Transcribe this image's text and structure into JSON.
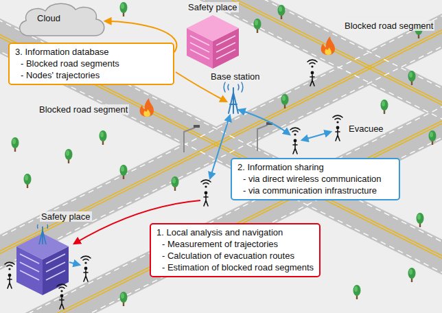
{
  "diagram": {
    "nodes": [
      {
        "text": [
          "Cloud"
        ]
      },
      {
        "text": [
          "3. Information database",
          "- Blocked road segments",
          "- Nodes' trajectories"
        ]
      },
      {
        "text": [
          "2. Information sharing",
          "- via direct wireless communication",
          "- via communication infrastructure"
        ]
      },
      {
        "text": [
          "1. Local analysis and navigation",
          "- Measurement of trajectories",
          "- Calculation of evacuation routes",
          "- Estimation of blocked road segments"
        ]
      }
    ],
    "edges": [
      {
        "from": 1,
        "to": 0,
        "arrow": "to"
      }
    ],
    "labels": [
      "Safety place",
      "Blocked road segment",
      "Base station",
      "Blocked road segment",
      "Evacuee",
      "Safety place"
    ]
  }
}
